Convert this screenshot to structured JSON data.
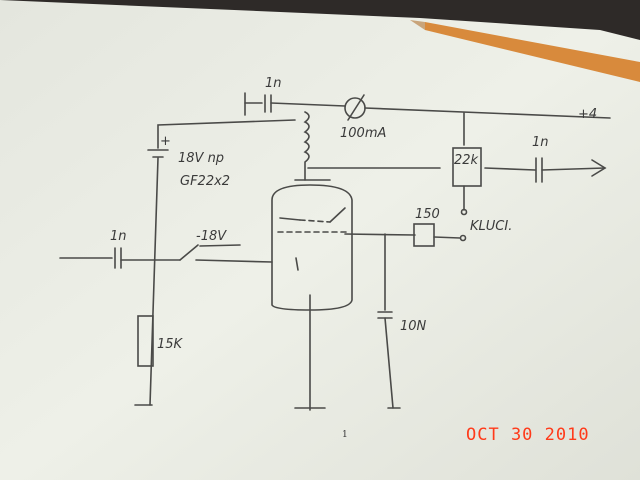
{
  "schematic": {
    "labels": {
      "cap_top": "1n",
      "meter": "100mA",
      "supply": "+4",
      "battery": "18V np",
      "battery_type": "GF22x2",
      "resistor_load": "22k",
      "cap_out": "1n",
      "resistor_key": "150",
      "key": "KLUCI.",
      "cap_in": "1n",
      "bias": "-18V",
      "resistor_grid": "15K",
      "cap_grid": "10N"
    },
    "page_number": "1"
  },
  "camera": {
    "date_stamp": "OCT 30 2010"
  },
  "colors": {
    "paper": "#e9ebe3",
    "ink": "#4a4a48",
    "date": "#ff3a1a"
  }
}
